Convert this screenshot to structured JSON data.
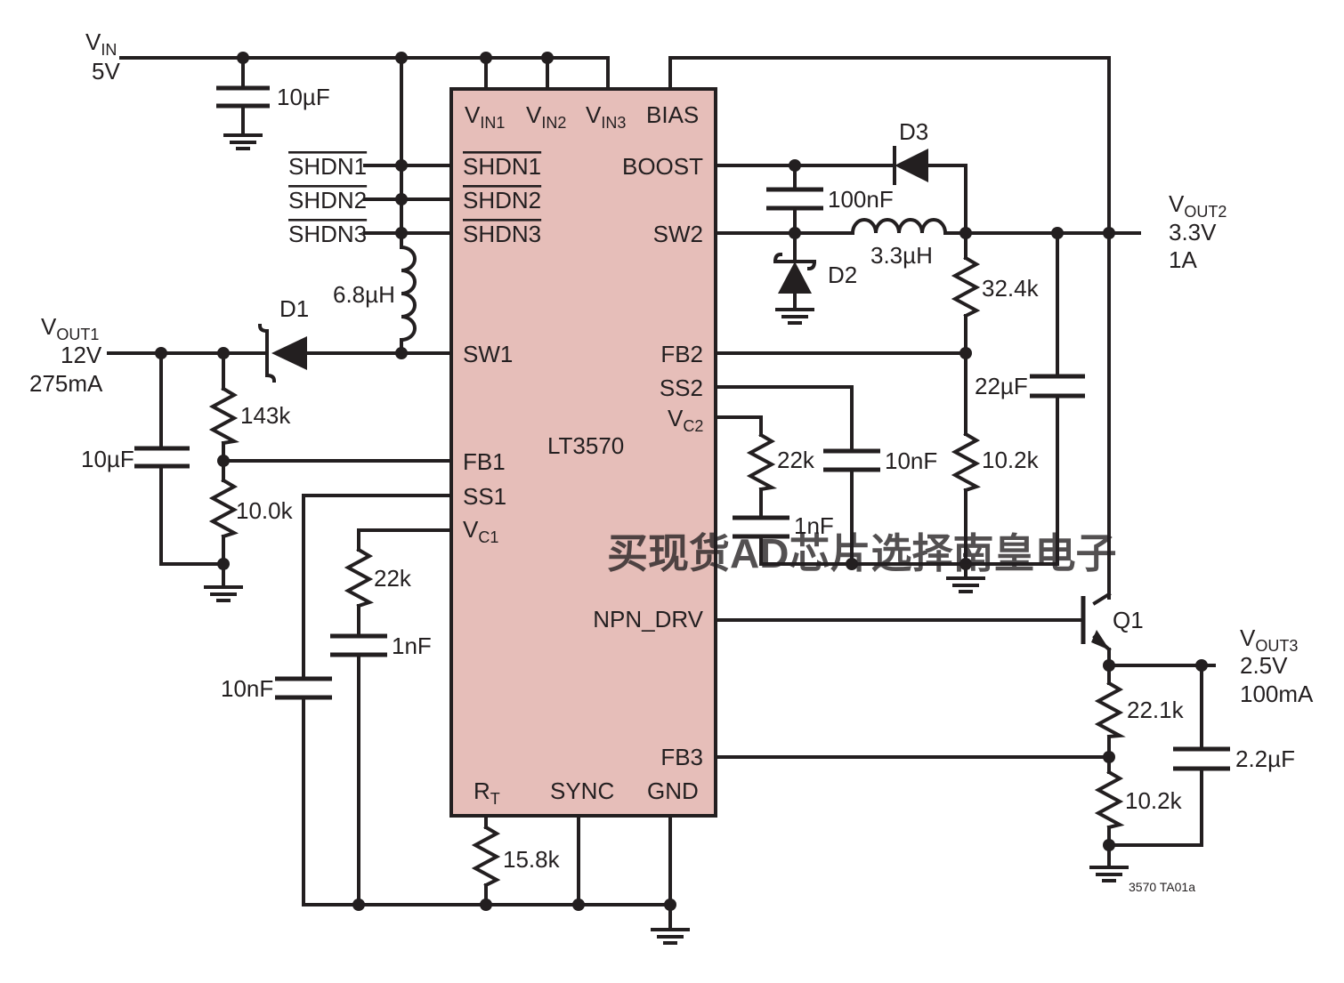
{
  "ic": {
    "name": "LT3570",
    "color": "#e6beb9",
    "pins": {
      "vin1": "V",
      "vin1_sub": "IN1",
      "vin2": "V",
      "vin2_sub": "IN2",
      "vin3": "V",
      "vin3_sub": "IN3",
      "bias": "BIAS",
      "shdn1": "SHDN1",
      "shdn2": "SHDN2",
      "shdn3": "SHDN3",
      "boost": "BOOST",
      "sw2": "SW2",
      "sw1": "SW1",
      "fb2": "FB2",
      "ss2": "SS2",
      "vc2": "V",
      "vc2_sub": "C2",
      "fb1": "FB1",
      "ss1": "SS1",
      "vc1": "V",
      "vc1_sub": "C1",
      "npn_drv": "NPN_DRV",
      "fb3": "FB3",
      "rt": "R",
      "rt_sub": "T",
      "sync": "SYNC",
      "gnd": "GND"
    }
  },
  "inputs": {
    "vin": "V",
    "vin_sub": "IN",
    "vin_value": "5V",
    "shdn1": "SHDN1",
    "shdn2": "SHDN2",
    "shdn3": "SHDN3"
  },
  "outputs": {
    "vout1": "V",
    "vout1_sub": "OUT1",
    "vout1_voltage": "12V",
    "vout1_current": "275mA",
    "vout2": "V",
    "vout2_sub": "OUT2",
    "vout2_voltage": "3.3V",
    "vout2_current": "1A",
    "vout3": "V",
    "vout3_sub": "OUT3",
    "vout3_voltage": "2.5V",
    "vout3_current": "100mA"
  },
  "components": {
    "c_vin": "10µF",
    "l1": "6.8µH",
    "d1": "D1",
    "r_143k": "143k",
    "r_10_0k": "10.0k",
    "c_vout1": "10µF",
    "r_vc1": "22k",
    "c_vc1": "1nF",
    "c_ss1": "10nF",
    "r_rt": "15.8k",
    "d3": "D3",
    "c_boost": "100nF",
    "d2": "D2",
    "l2": "3.3µH",
    "r_32_4k": "32.4k",
    "c_vout2": "22µF",
    "r_10_2k_a": "10.2k",
    "r_vc2": "22k",
    "c_vc2": "1nF",
    "c_ss2": "10nF",
    "q1": "Q1",
    "r_22_1k": "22.1k",
    "r_10_2k_b": "10.2k",
    "c_vout3": "2.2µF"
  },
  "figure_id": "3570 TA01a",
  "watermark": "买现货AD芯片选择南皇电子"
}
